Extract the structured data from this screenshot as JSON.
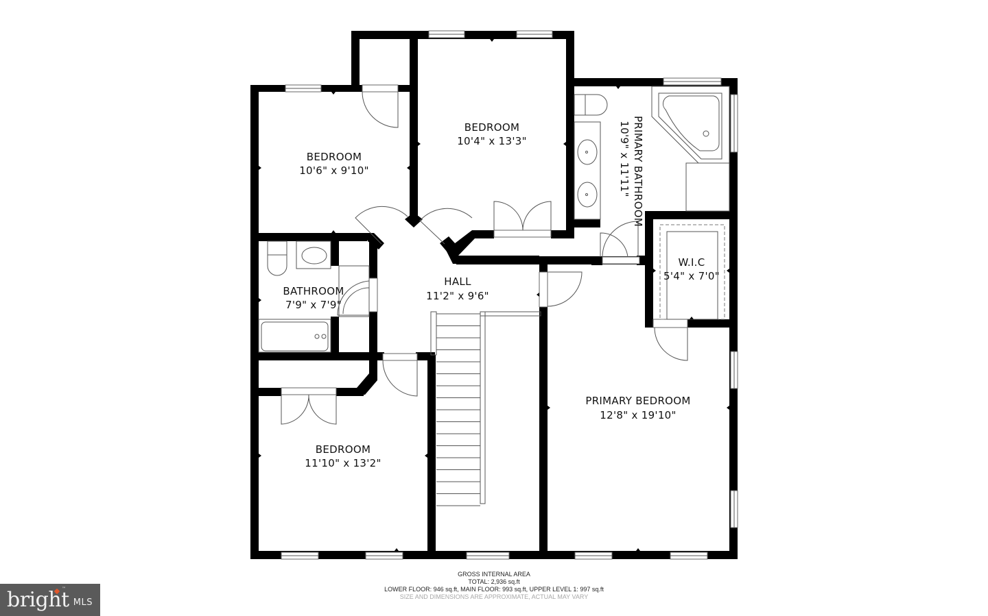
{
  "floorplan": {
    "rooms": [
      {
        "id": "bedroom-nw",
        "name": "BEDROOM",
        "dimensions": "10'6\" x 9'10\""
      },
      {
        "id": "bedroom-north",
        "name": "BEDROOM",
        "dimensions": "10'4\" x 13'3\""
      },
      {
        "id": "primary-bathroom",
        "name": "PRIMARY BATHROOM",
        "dimensions": "10'9\" x 11'11\""
      },
      {
        "id": "bathroom",
        "name": "BATHROOM",
        "dimensions": "7'9\" x 7'9\""
      },
      {
        "id": "hall",
        "name": "HALL",
        "dimensions": "11'2\" x 9'6\""
      },
      {
        "id": "wic",
        "name": "W.I.C",
        "dimensions": "5'4\" x 7'0\""
      },
      {
        "id": "bedroom-sw",
        "name": "BEDROOM",
        "dimensions": "11'10\" x 13'2\""
      },
      {
        "id": "primary-bedroom",
        "name": "PRIMARY BEDROOM",
        "dimensions": "12'8\" x 19'10\""
      }
    ],
    "colors": {
      "wall": "#000000",
      "background": "#ffffff",
      "fixture_line": "#555555"
    }
  },
  "footer": {
    "title": "GROSS INTERNAL AREA",
    "total": "TOTAL: 2,936 sq.ft",
    "breakdown": "LOWER FLOOR: 946 sq.ft, MAIN FLOOR: 993 sq.ft, UPPER LEVEL 1: 997 sq.ft",
    "disclaimer": "SIZE AND DIMENSIONS ARE APPROXIMATE, ACTUAL MAY VARY"
  },
  "logo": {
    "brand": "bright",
    "suffix": "MLS",
    "trademark": "™",
    "background": "#5a5a5a",
    "accent": "#e2572b"
  }
}
